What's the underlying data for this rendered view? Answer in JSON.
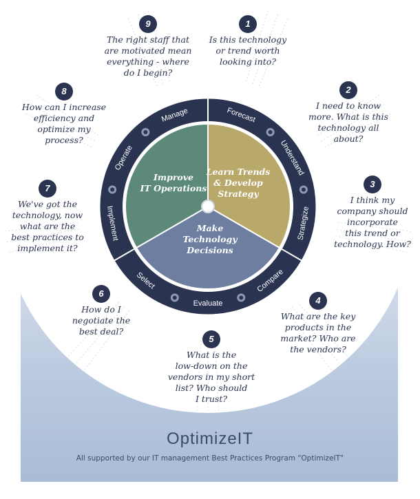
{
  "ring": {
    "stages": [
      "Forecast",
      "Understand",
      "Strategize",
      "Compare",
      "Evaluate",
      "Select",
      "Implement",
      "Operate",
      "Manage"
    ]
  },
  "center": {
    "improve": [
      "Improve",
      "IT Operations"
    ],
    "learn": [
      "Learn Trends",
      "& Develop",
      "Strategy"
    ],
    "make": [
      "Make",
      "Technology",
      "Decisions"
    ]
  },
  "questions": [
    {
      "n": "1",
      "lines": [
        "Is this technology",
        "or trend worth",
        "looking into?"
      ]
    },
    {
      "n": "2",
      "lines": [
        "I need to know",
        "more. What is this",
        "technology all",
        "about?"
      ]
    },
    {
      "n": "3",
      "lines": [
        "I think my",
        "company should",
        "incorporate",
        "this trend or",
        "technology. How?"
      ]
    },
    {
      "n": "4",
      "lines": [
        "What are the key",
        "products in the",
        "market? Who are",
        "the vendors?"
      ]
    },
    {
      "n": "5",
      "lines": [
        "What is the",
        "low-down on the",
        "vendors in my short",
        "list? Who should",
        "I trust?"
      ]
    },
    {
      "n": "6",
      "lines": [
        "How do I",
        "negotiate the",
        "best deal?"
      ]
    },
    {
      "n": "7",
      "lines": [
        "We've got the",
        "technology, now",
        "what are the",
        "best practices to",
        "implement it?"
      ]
    },
    {
      "n": "8",
      "lines": [
        "How can I increase",
        "efficiency and",
        "optimize my",
        "process?"
      ]
    },
    {
      "n": "9",
      "lines": [
        "The right staff that",
        "are motivated mean",
        "everything - where",
        "do I begin?"
      ]
    }
  ],
  "footer": {
    "title": "OptimizeIT",
    "subtitle": "All supported by our IT management Best Practices Program “OptimizeIT”"
  },
  "colors": {
    "ring": "#2a3350",
    "green": "#5d8a78",
    "tan": "#b8a86a",
    "slate": "#6e7ea0",
    "base": "#b9c7dc"
  }
}
